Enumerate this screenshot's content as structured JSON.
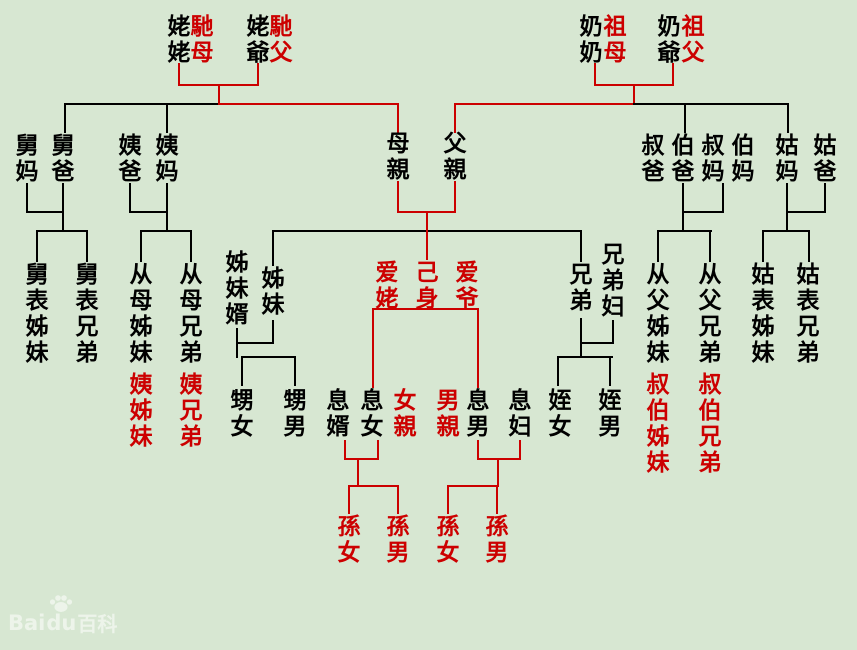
{
  "colors": {
    "background": "#d7e7d2",
    "black": "#000000",
    "red": "#cc0000",
    "watermark": "#ffffff"
  },
  "watermark": {
    "part1": "Bai",
    "part2": "du",
    "part3": "百科",
    "icon": "paw-icon"
  },
  "nodes": [
    [
      "姥姥",
      167,
      14,
      "k"
    ],
    [
      "馳母",
      190,
      14,
      "r"
    ],
    [
      "姥爺",
      246,
      14,
      "k"
    ],
    [
      "馳父",
      269,
      14,
      "r"
    ],
    [
      "奶奶",
      579,
      14,
      "k"
    ],
    [
      "祖母",
      603,
      14,
      "r"
    ],
    [
      "奶爺",
      657,
      14,
      "k"
    ],
    [
      "祖父",
      681,
      14,
      "r"
    ],
    [
      "舅妈",
      15,
      133,
      "k"
    ],
    [
      "舅爸",
      51,
      133,
      "k"
    ],
    [
      "姨爸",
      118,
      133,
      "k"
    ],
    [
      "姨妈",
      155,
      133,
      "k"
    ],
    [
      "母親",
      386,
      131,
      "k"
    ],
    [
      "父親",
      443,
      131,
      "k"
    ],
    [
      "叔爸",
      641,
      133,
      "k"
    ],
    [
      "伯爸",
      671,
      133,
      "k"
    ],
    [
      "叔妈",
      701,
      133,
      "k"
    ],
    [
      "伯妈",
      731,
      133,
      "k"
    ],
    [
      "姑妈",
      775,
      133,
      "k"
    ],
    [
      "姑爸",
      813,
      133,
      "k"
    ],
    [
      "舅表姊妹",
      25,
      262,
      "k"
    ],
    [
      "舅表兄弟",
      75,
      262,
      "k"
    ],
    [
      "从母姊妹",
      129,
      262,
      "k"
    ],
    [
      "从母兄弟",
      179,
      262,
      "k"
    ],
    [
      "姨姊妹",
      129,
      372,
      "r"
    ],
    [
      "姨兄弟",
      179,
      372,
      "r"
    ],
    [
      "姊妹婿",
      225,
      250,
      "k"
    ],
    [
      "姊妹",
      261,
      266,
      "k"
    ],
    [
      "爱姥",
      375,
      260,
      "r"
    ],
    [
      "己身",
      415,
      260,
      "r"
    ],
    [
      "爱爷",
      455,
      260,
      "r"
    ],
    [
      "兄弟",
      569,
      262,
      "k"
    ],
    [
      "兄弟妇",
      601,
      242,
      "k"
    ],
    [
      "从父姊妹",
      646,
      262,
      "k"
    ],
    [
      "从父兄弟",
      698,
      262,
      "k"
    ],
    [
      "叔伯姊妹",
      646,
      372,
      "r"
    ],
    [
      "叔伯兄弟",
      698,
      372,
      "r"
    ],
    [
      "姑表姊妹",
      751,
      262,
      "k"
    ],
    [
      "姑表兄弟",
      796,
      262,
      "k"
    ],
    [
      "甥女",
      230,
      388,
      "k"
    ],
    [
      "甥男",
      283,
      388,
      "k"
    ],
    [
      "息婿",
      326,
      388,
      "k"
    ],
    [
      "息女",
      360,
      388,
      "k"
    ],
    [
      "女親",
      393,
      388,
      "r"
    ],
    [
      "男親",
      436,
      388,
      "r"
    ],
    [
      "息男",
      466,
      388,
      "k"
    ],
    [
      "息妇",
      508,
      388,
      "k"
    ],
    [
      "姪女",
      548,
      388,
      "k"
    ],
    [
      "姪男",
      598,
      388,
      "k"
    ],
    [
      "孫女",
      337,
      514,
      "r"
    ],
    [
      "孫男",
      386,
      514,
      "r"
    ],
    [
      "孫女",
      436,
      514,
      "r"
    ],
    [
      "孫男",
      485,
      514,
      "r"
    ]
  ],
  "lines": [
    [
      178,
      63,
      2,
      22,
      "r"
    ],
    [
      257,
      63,
      2,
      22,
      "r"
    ],
    [
      178,
      84,
      81,
      2,
      "r"
    ],
    [
      218,
      84,
      2,
      21,
      "r"
    ],
    [
      64,
      103,
      156,
      2,
      "k"
    ],
    [
      218,
      103,
      181,
      2,
      "r"
    ],
    [
      64,
      103,
      2,
      30,
      "k"
    ],
    [
      166,
      103,
      2,
      30,
      "k"
    ],
    [
      397,
      103,
      2,
      30,
      "r"
    ],
    [
      594,
      63,
      2,
      22,
      "r"
    ],
    [
      672,
      63,
      2,
      22,
      "r"
    ],
    [
      594,
      84,
      80,
      2,
      "r"
    ],
    [
      633,
      84,
      2,
      21,
      "r"
    ],
    [
      454,
      103,
      181,
      2,
      "r"
    ],
    [
      633,
      103,
      156,
      2,
      "k"
    ],
    [
      454,
      103,
      2,
      30,
      "r"
    ],
    [
      684,
      103,
      2,
      30,
      "k"
    ],
    [
      787,
      103,
      2,
      30,
      "k"
    ],
    [
      26,
      183,
      2,
      30,
      "k"
    ],
    [
      62,
      183,
      2,
      30,
      "k"
    ],
    [
      26,
      211,
      38,
      2,
      "k"
    ],
    [
      62,
      211,
      2,
      21,
      "k"
    ],
    [
      36,
      230,
      52,
      2,
      "k"
    ],
    [
      36,
      230,
      2,
      32,
      "k"
    ],
    [
      86,
      230,
      2,
      32,
      "k"
    ],
    [
      129,
      183,
      2,
      30,
      "k"
    ],
    [
      166,
      183,
      2,
      30,
      "k"
    ],
    [
      129,
      211,
      39,
      2,
      "k"
    ],
    [
      166,
      211,
      2,
      21,
      "k"
    ],
    [
      140,
      230,
      52,
      2,
      "k"
    ],
    [
      140,
      230,
      2,
      32,
      "k"
    ],
    [
      190,
      230,
      2,
      32,
      "k"
    ],
    [
      397,
      181,
      2,
      32,
      "r"
    ],
    [
      454,
      181,
      2,
      32,
      "r"
    ],
    [
      397,
      211,
      59,
      2,
      "r"
    ],
    [
      426,
      211,
      2,
      21,
      "r"
    ],
    [
      272,
      230,
      310,
      2,
      "k"
    ],
    [
      426,
      230,
      2,
      30,
      "r"
    ],
    [
      272,
      230,
      2,
      36,
      "k"
    ],
    [
      580,
      230,
      2,
      32,
      "k"
    ],
    [
      236,
      328,
      2,
      16,
      "k"
    ],
    [
      272,
      320,
      2,
      24,
      "k"
    ],
    [
      236,
      342,
      38,
      2,
      "k"
    ],
    [
      236,
      342,
      2,
      16,
      "k"
    ],
    [
      241,
      356,
      55,
      2,
      "k"
    ],
    [
      241,
      356,
      2,
      30,
      "k"
    ],
    [
      294,
      356,
      2,
      30,
      "k"
    ],
    [
      580,
      318,
      2,
      26,
      "k"
    ],
    [
      612,
      320,
      2,
      24,
      "k"
    ],
    [
      580,
      342,
      34,
      2,
      "k"
    ],
    [
      580,
      342,
      2,
      16,
      "k"
    ],
    [
      557,
      356,
      56,
      2,
      "k"
    ],
    [
      557,
      356,
      2,
      30,
      "k"
    ],
    [
      609,
      356,
      2,
      30,
      "k"
    ],
    [
      682,
      183,
      2,
      30,
      "k"
    ],
    [
      722,
      183,
      2,
      30,
      "k"
    ],
    [
      682,
      211,
      42,
      2,
      "k"
    ],
    [
      682,
      211,
      2,
      21,
      "k"
    ],
    [
      657,
      230,
      55,
      2,
      "k"
    ],
    [
      657,
      230,
      2,
      32,
      "k"
    ],
    [
      709,
      230,
      2,
      32,
      "k"
    ],
    [
      786,
      183,
      2,
      30,
      "k"
    ],
    [
      824,
      183,
      2,
      30,
      "k"
    ],
    [
      786,
      211,
      40,
      2,
      "k"
    ],
    [
      786,
      211,
      2,
      21,
      "k"
    ],
    [
      762,
      230,
      48,
      2,
      "k"
    ],
    [
      762,
      230,
      2,
      32,
      "k"
    ],
    [
      808,
      230,
      2,
      32,
      "k"
    ],
    [
      372,
      308,
      107,
      2,
      "r"
    ],
    [
      372,
      308,
      2,
      80,
      "r"
    ],
    [
      477,
      308,
      2,
      80,
      "r"
    ],
    [
      344,
      440,
      2,
      20,
      "r"
    ],
    [
      377,
      440,
      2,
      20,
      "r"
    ],
    [
      344,
      458,
      35,
      2,
      "r"
    ],
    [
      357,
      458,
      2,
      29,
      "r"
    ],
    [
      348,
      485,
      51,
      2,
      "r"
    ],
    [
      348,
      485,
      2,
      29,
      "r"
    ],
    [
      397,
      485,
      2,
      29,
      "r"
    ],
    [
      477,
      440,
      2,
      20,
      "r"
    ],
    [
      519,
      440,
      2,
      20,
      "r"
    ],
    [
      477,
      458,
      44,
      2,
      "r"
    ],
    [
      497,
      458,
      2,
      29,
      "r"
    ],
    [
      447,
      485,
      51,
      2,
      "r"
    ],
    [
      447,
      485,
      2,
      29,
      "r"
    ],
    [
      496,
      485,
      2,
      29,
      "r"
    ]
  ]
}
